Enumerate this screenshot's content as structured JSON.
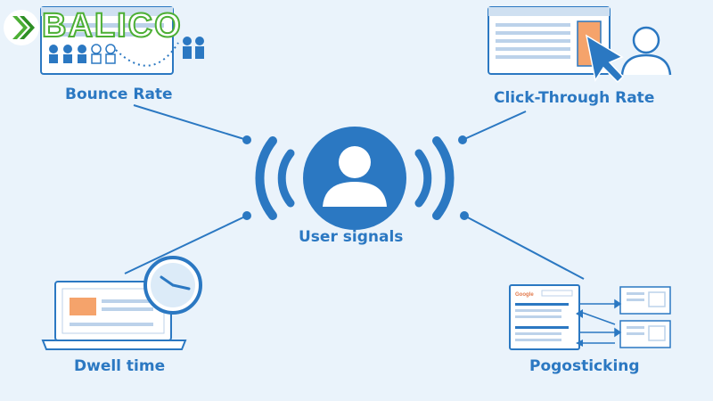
{
  "brand": {
    "name": "BALICO"
  },
  "center": {
    "label": "User signals",
    "icon": "user-icon"
  },
  "nodes": [
    {
      "label": "Bounce Rate",
      "icon": "bounce-rate-illustration-icon"
    },
    {
      "label": "Click-Through Rate",
      "icon": "click-through-illustration-icon"
    },
    {
      "label": "Dwell time",
      "icon": "laptop-clock-icon"
    },
    {
      "label": "Pogosticking",
      "icon": "search-results-pages-icon"
    },
    {
      "search_logo_text": "Google"
    }
  ],
  "colors": {
    "background": "#eaf3fb",
    "primary_blue": "#2b78c2",
    "accent_orange": "#f5a36b",
    "brand_green": "#4caf34"
  }
}
